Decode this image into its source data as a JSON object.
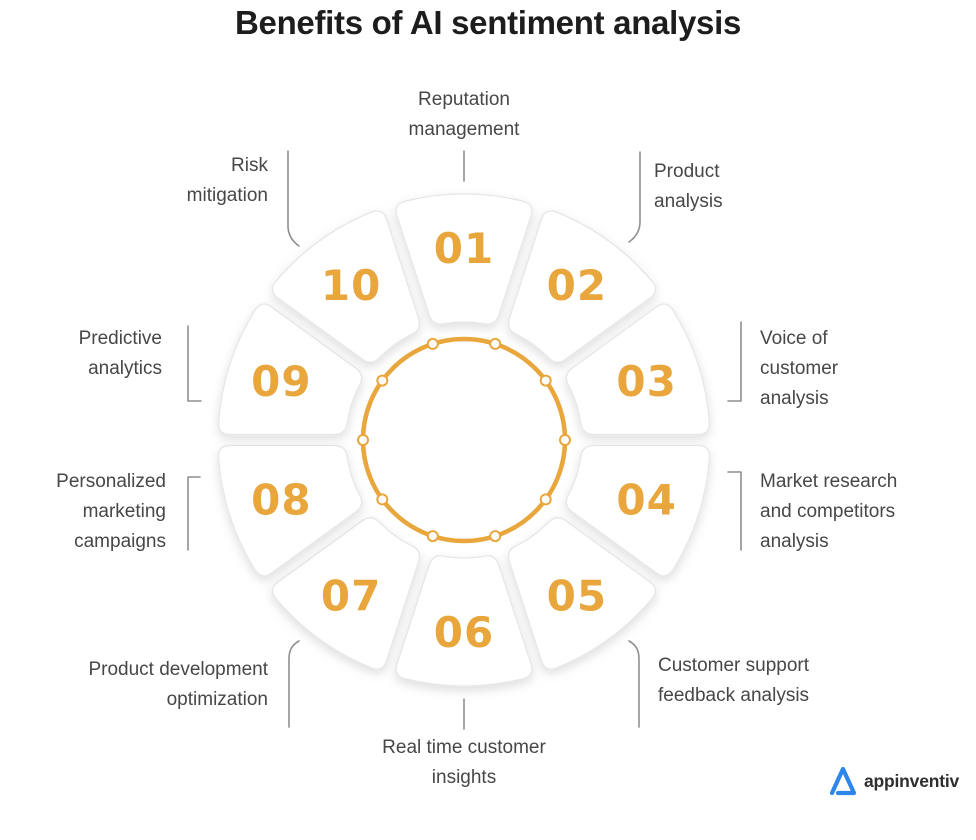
{
  "title": "Benefits of AI sentiment analysis",
  "wheel": {
    "accent_color": "#E8A63C",
    "segment_fill": "#FFFFFF",
    "segment_stroke": "#E6E6E6",
    "tick_color": "#8F8F8F",
    "label_color": "#474747",
    "segments": [
      {
        "number": "01",
        "label": "Reputation\nmanagement"
      },
      {
        "number": "02",
        "label": "Product\nanalysis"
      },
      {
        "number": "03",
        "label": "Voice of\ncustomer\nanalysis"
      },
      {
        "number": "04",
        "label": "Market research\nand competitors\nanalysis"
      },
      {
        "number": "05",
        "label": "Customer support\nfeedback analysis"
      },
      {
        "number": "06",
        "label": "Real time customer\ninsights"
      },
      {
        "number": "07",
        "label": "Product development\noptimization"
      },
      {
        "number": "08",
        "label": "Personalized\nmarketing\ncampaigns"
      },
      {
        "number": "09",
        "label": "Predictive\nanalytics"
      },
      {
        "number": "10",
        "label": "Risk\nmitigation"
      }
    ]
  },
  "logo": {
    "text": "appinventiv",
    "triangle_color": "#2E86EB",
    "icon": "triangle-logo"
  }
}
